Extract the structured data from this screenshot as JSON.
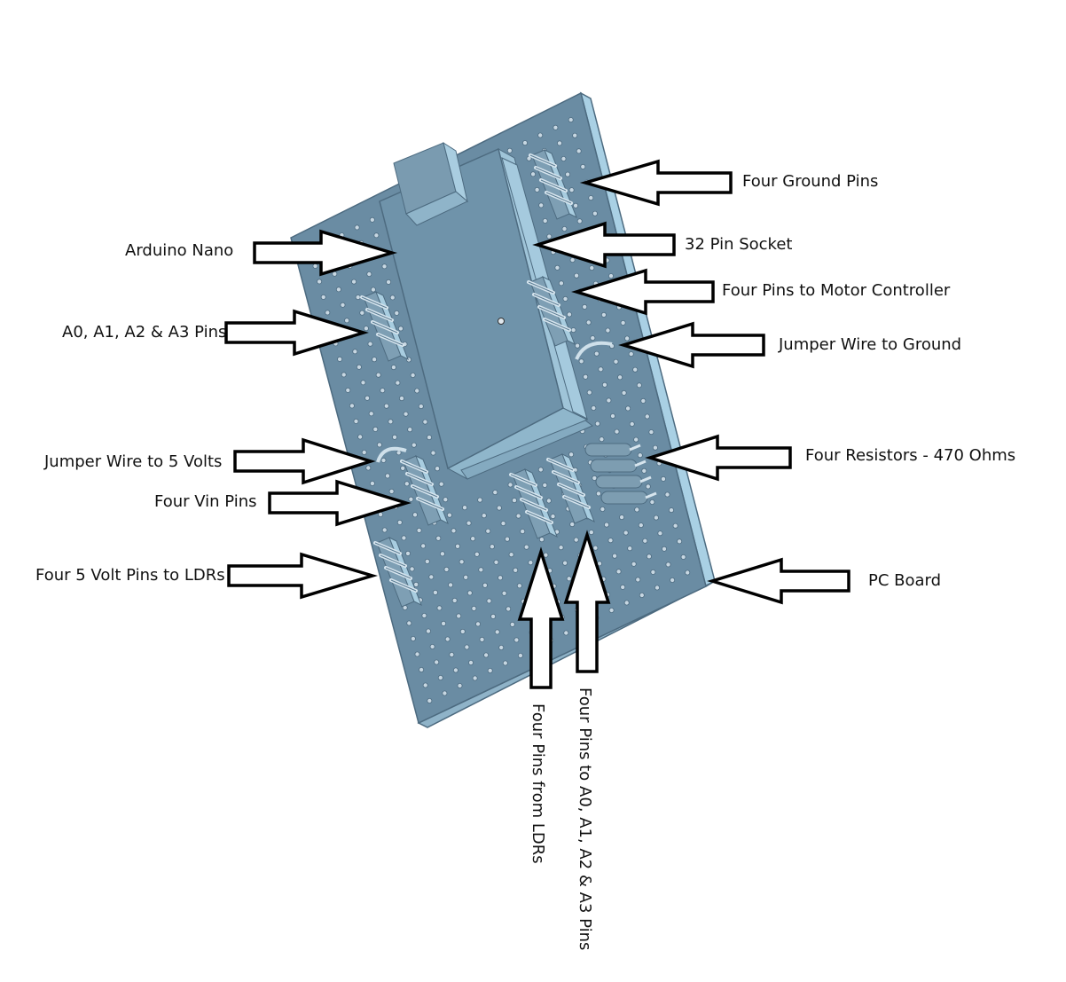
{
  "labels": {
    "arduino_nano": "Arduino Nano",
    "analog_pins": "A0, A1, A2 & A3 Pins",
    "jumper_5v": "Jumper Wire to 5 Volts",
    "vin_pins": "Four Vin Pins",
    "ldr_5v_pins": "Four 5 Volt Pins to LDRs",
    "ground_pins": "Four Ground Pins",
    "pin_socket": "32 Pin Socket",
    "motor_pins": "Four Pins to Motor Controller",
    "jumper_ground": "Jumper Wire to Ground",
    "resistors": "Four Resistors - 470 Ohms",
    "pc_board": "PC Board",
    "pins_from_ldrs": "Four Pins from LDRs",
    "pins_to_analog": "Four Pins to A0, A1, A2 & A3 Pins"
  },
  "colors": {
    "board_top": "#6a8ca3",
    "board_edge": "#a9d0e4",
    "board_outline": "#4d6b80",
    "hole": "#c7d7e2",
    "arrow_stroke": "#000000",
    "arrow_fill": "#ffffff"
  }
}
